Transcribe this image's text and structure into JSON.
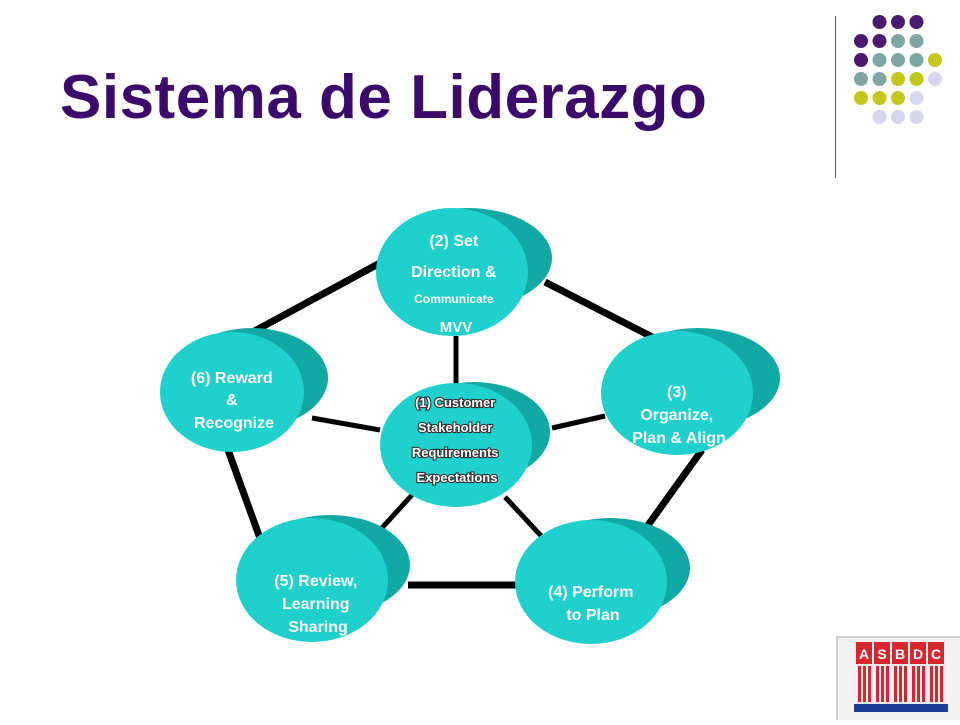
{
  "slide": {
    "title": "Sistema de Liderazgo"
  },
  "colors": {
    "title": "#3b0a6b",
    "node_fill": "#1fd0cc",
    "node_shadow": "#12a8a4",
    "connector": "#000000",
    "dot_purple": "#4a1a6e",
    "dot_teal": "#7fa6a3",
    "dot_olive": "#c3c81f",
    "dot_lavender": "#d6d6ee",
    "logo_red": "#d8262f",
    "logo_blue": "#1c3f95"
  },
  "diagram": {
    "hub": {
      "lines": [
        "(1) Customer",
        "Stakeholder",
        "Requirements",
        "Expectations"
      ]
    },
    "nodes": [
      {
        "id": "set-direction",
        "lines": [
          "(2) Set",
          "Direction &",
          "Communicate",
          "MVV"
        ]
      },
      {
        "id": "organize",
        "lines": [
          "(3)",
          "Organize,",
          "Plan & Align"
        ]
      },
      {
        "id": "perform",
        "lines": [
          "(4) Perform",
          "to Plan"
        ]
      },
      {
        "id": "review",
        "lines": [
          "(5) Review,",
          "Learning",
          "Sharing"
        ]
      },
      {
        "id": "reward",
        "lines": [
          "(6) Reward",
          "&",
          "Recognize"
        ]
      }
    ]
  },
  "logo": {
    "letters": [
      "A",
      "S",
      "B",
      "D",
      "C"
    ]
  }
}
